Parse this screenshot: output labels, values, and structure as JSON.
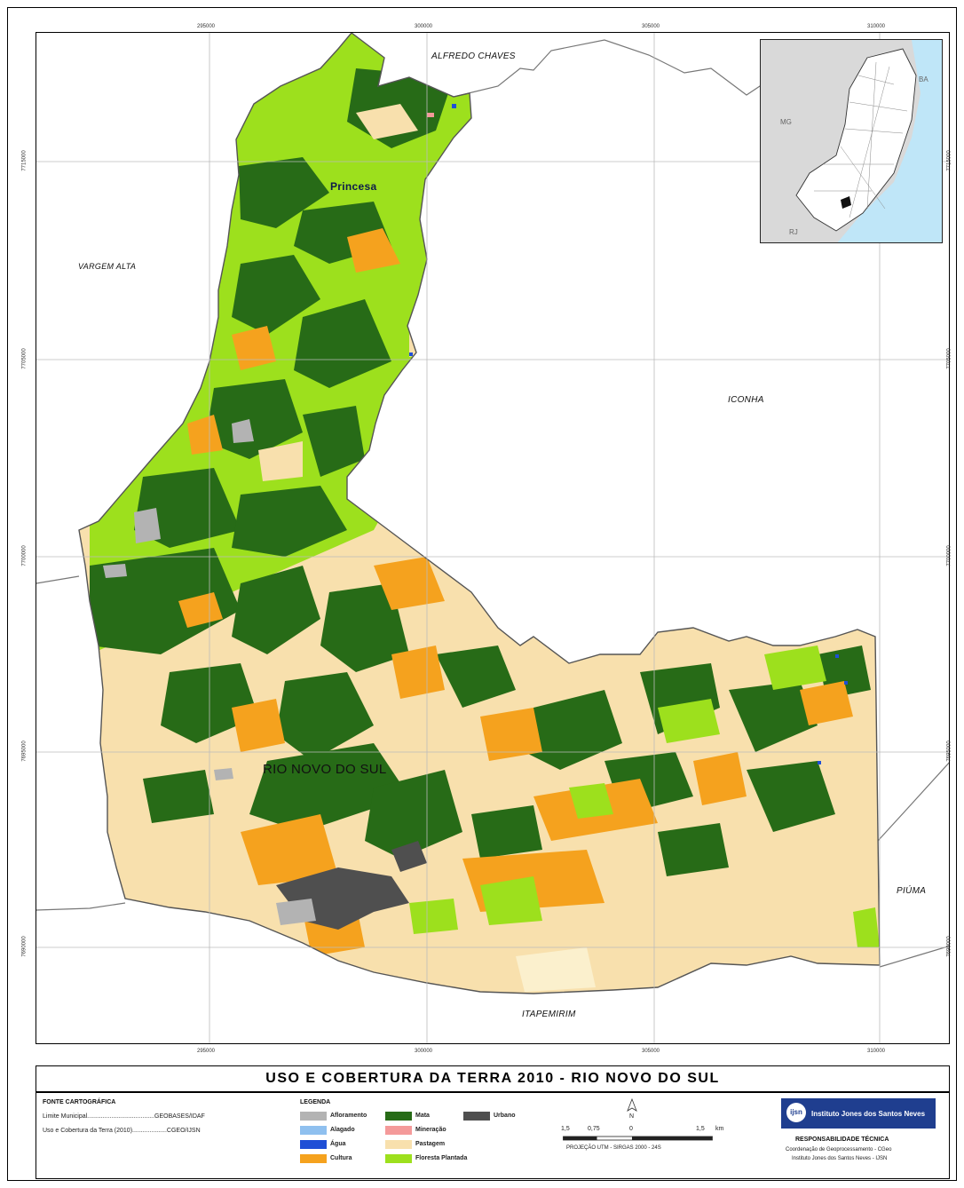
{
  "title": "USO E COBERTURA DA TERRA   2010   -   RIO  NOVO  DO  SUL",
  "grid_ticks": {
    "top": [
      "295000",
      "300000",
      "305000",
      "310000"
    ],
    "bottom": [
      "295000",
      "300000",
      "305000",
      "310000"
    ],
    "left": [
      "7715000",
      "7705000",
      "7700000",
      "7695000",
      "7690000"
    ],
    "right": [
      "7715000",
      "7705000",
      "7700000",
      "7695000",
      "7690000"
    ]
  },
  "places": {
    "alfredo_chaves": "ALFREDO CHAVES",
    "vargem_alta": "VARGEM ALTA",
    "iconha": "ICONHA",
    "piuma": "PIÚMA",
    "itapemirim": "ITAPEMIRIM",
    "princesa": "Princesa",
    "rio_novo": "RIO NOVO DO SUL"
  },
  "inset": {
    "ba": "BA",
    "mg": "MG",
    "rj": "RJ"
  },
  "sources": {
    "heading": "FONTE CARTOGRÁFICA",
    "line1": "Limite Municipal.......................................GEOBASES/IDAF",
    "line2": "Uso e Cobertura da Terra (2010)....................CGEO/IJSN"
  },
  "legend": {
    "heading": "LEGENDA",
    "items": [
      {
        "label": "Afloramento",
        "color": "#b3b3b3"
      },
      {
        "label": "Alagado",
        "color": "#8fc0ef"
      },
      {
        "label": "Água",
        "color": "#1f4fd6"
      },
      {
        "label": "Cultura",
        "color": "#f5a21e"
      },
      {
        "label": "Mata",
        "color": "#276b17"
      },
      {
        "label": "Mineração",
        "color": "#f49a9a"
      },
      {
        "label": "Pastagem",
        "color": "#f8e0ad"
      },
      {
        "label": "Floresta Plantada",
        "color": "#9de01d"
      },
      {
        "label": "Urbano",
        "color": "#4f4f4f"
      }
    ]
  },
  "scale": {
    "north": "N",
    "ticks": [
      "1,5",
      "0,75",
      "0",
      "1,5"
    ],
    "unit": "km",
    "projection": "PROJEÇÃO UTM - SIRGAS 2000 - 24S"
  },
  "responsibility": {
    "logo_text": "Instituto Jones dos Santos Neves",
    "logo_mark": "ijsn",
    "heading": "RESPONSABILIDADE TÉCNICA",
    "line1": "Coordenação de Geoprocessamento - CGeo",
    "line2": "Instituto Jones dos Santos Neves - IJSN"
  }
}
